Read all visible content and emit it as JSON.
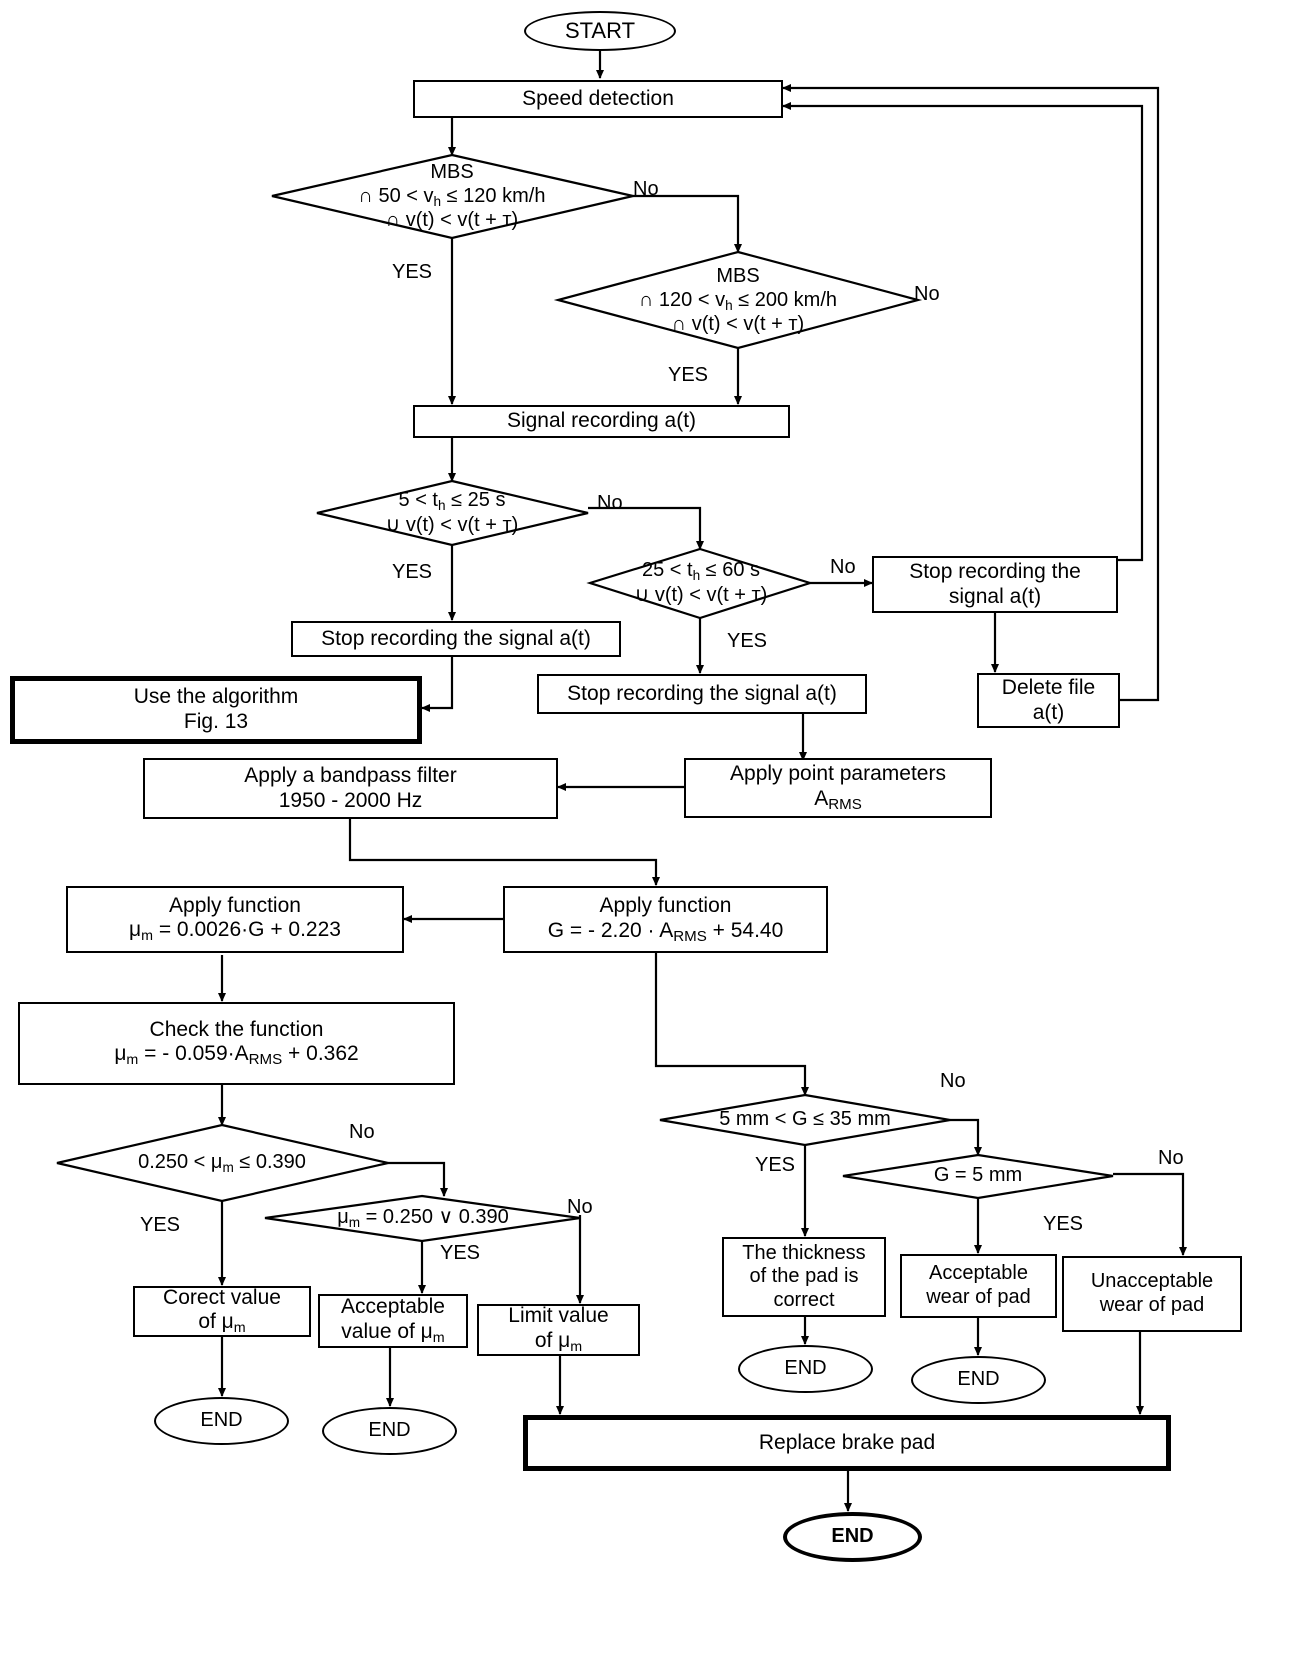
{
  "diagram": {
    "title": "Brake pad wear diagnostic algorithm flowchart",
    "type": "flowchart"
  },
  "nodes": {
    "start": {
      "label": "START",
      "shape": "oval"
    },
    "speed_detection": {
      "label": "Speed detection",
      "shape": "process"
    },
    "mbs1": {
      "shape": "decision",
      "line1": "MBS",
      "line2": "∩ 50 < v",
      "line2_sub": "h",
      "line2_rest": " ≤ 120 km/h",
      "line3": "∩ v(t) < v(t + т)"
    },
    "mbs2": {
      "shape": "decision",
      "line1": "MBS",
      "line2": "∩ 120 < v",
      "line2_sub": "h",
      "line2_rest": " ≤ 200 km/h",
      "line3": "∩ v(t) < v(t + т)"
    },
    "signal_recording": {
      "label": "Signal recording a(t)",
      "shape": "process"
    },
    "time1": {
      "shape": "decision",
      "line1": "5 < t",
      "line1_sub": "h",
      "line1_rest": " ≤ 25 s",
      "line2": "∪ v(t) < v(t + т)"
    },
    "time2": {
      "shape": "decision",
      "line1": "25 < t",
      "line1_sub": "h",
      "line1_rest": "  ≤  60 s",
      "line2": "∪ v(t) <  v(t + т)"
    },
    "stop_rec_left": {
      "label": "Stop recording the signal a(t)",
      "shape": "process"
    },
    "stop_rec_mid": {
      "label": "Stop recording the signal a(t)",
      "shape": "process"
    },
    "stop_rec_right": {
      "line1": "Stop recording the",
      "line2": "signal a(t)",
      "shape": "process"
    },
    "delete_file": {
      "line1": "Delete file",
      "line2": "a(t)",
      "shape": "process"
    },
    "use_algorithm": {
      "line1": "Use the algorithm",
      "line2": "Fig. 13",
      "shape": "process-bold"
    },
    "bandpass": {
      "line1": "Apply a bandpass filter",
      "line2": "1950 - 2000 Hz",
      "shape": "process"
    },
    "point_params": {
      "line1": "Apply point parameters",
      "line2_main": "A",
      "line2_sub": "RMS",
      "shape": "process"
    },
    "apply_fn_g": {
      "line1": "Apply function",
      "line2_pre": "G = - 2.20 · A",
      "line2_sub": "RMS",
      "line2_post": " + 54.40",
      "shape": "process"
    },
    "apply_fn_mu": {
      "line1": "Apply function",
      "line2_pre": "μ",
      "line2_sub": "m",
      "line2_post": " = 0.0026·G + 0.223",
      "shape": "process"
    },
    "check_fn": {
      "line1": "Check the function",
      "line2_pre": "μ",
      "line2_sub": "m",
      "line2_mid": " = - 0.059·A",
      "line2_sub2": "RMS",
      "line2_post": " + 0.362",
      "shape": "process"
    },
    "mu_range": {
      "shape": "decision",
      "pre": "0.250 < μ",
      "sub": "m",
      "post": " ≤ 0.390"
    },
    "mu_eq": {
      "shape": "decision",
      "pre": "μ",
      "sub": "m",
      "post": " = 0.250  ∨ 0.390"
    },
    "correct_value": {
      "line1": "Corect value",
      "line2_pre": "of μ",
      "line2_sub": "m",
      "shape": "process"
    },
    "acceptable_value": {
      "line1": "Acceptable",
      "line2_pre": "value of μ",
      "line2_sub": "m",
      "shape": "process"
    },
    "limit_value": {
      "line1": "Limit value",
      "line2_pre": "of μ",
      "line2_sub": "m",
      "shape": "process"
    },
    "end_left": {
      "label": "END",
      "shape": "oval"
    },
    "end_mid_left": {
      "label": "END",
      "shape": "oval"
    },
    "g_range": {
      "shape": "decision",
      "label": "5 mm < G ≤ 35 mm"
    },
    "g_eq5": {
      "shape": "decision",
      "label": "G = 5 mm"
    },
    "pad_correct": {
      "line1": "The thickness",
      "line2": "of the pad is",
      "line3": "correct",
      "shape": "process"
    },
    "acceptable_wear": {
      "line1": "Acceptable",
      "line2": "wear of pad",
      "shape": "process"
    },
    "unacceptable_wear": {
      "line1": "Unacceptable",
      "line2": "wear of pad",
      "shape": "process"
    },
    "end_pad_correct": {
      "label": "END",
      "shape": "oval"
    },
    "end_acceptable": {
      "label": "END",
      "shape": "oval"
    },
    "replace_pad": {
      "label": "Replace brake pad",
      "shape": "process-bold"
    },
    "end_final": {
      "label": "END",
      "shape": "oval-bold"
    }
  },
  "edge_labels": {
    "mbs1_no": "No",
    "mbs1_yes": "YES",
    "mbs2_no": "No",
    "mbs2_yes": "YES",
    "time1_no": "No",
    "time1_yes": "YES",
    "time2_no": "No",
    "time2_yes": "YES",
    "mu_range_no": "No",
    "mu_range_yes": "YES",
    "mu_eq_no": "No",
    "mu_eq_yes": "YES",
    "g_range_no": "No",
    "g_range_yes": "YES",
    "g_eq5_no": "No",
    "g_eq5_yes": "YES"
  },
  "colors": {
    "stroke": "#000000",
    "background": "#ffffff"
  }
}
